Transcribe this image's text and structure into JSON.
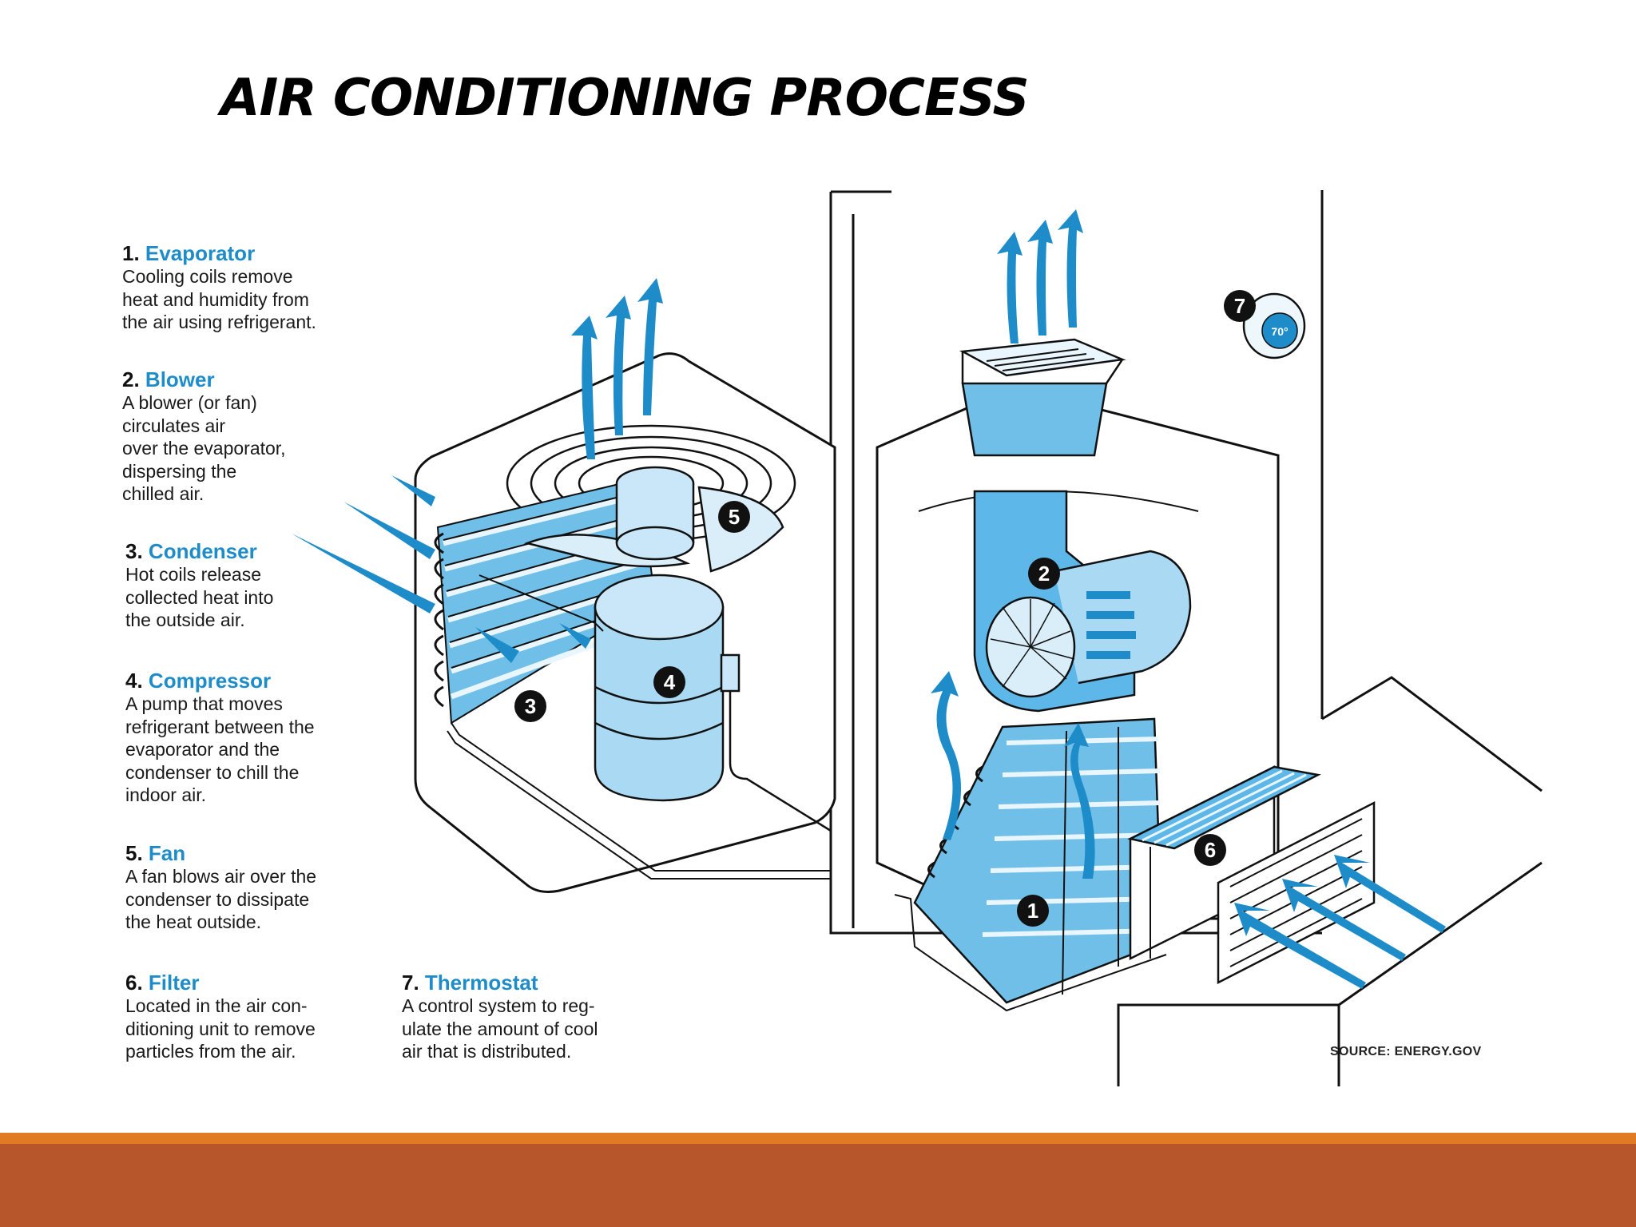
{
  "title": "AIR CONDITIONING PROCESS",
  "components": [
    {
      "number": "1.",
      "name": "Evaporator",
      "lines": [
        "Cooling coils remove",
        "heat and humidity from",
        "the air using refrigerant."
      ]
    },
    {
      "number": "2.",
      "name": "Blower",
      "lines": [
        "A blower (or fan)",
        "circulates air",
        "over the evaporator,",
        "dispersing the",
        "chilled air."
      ]
    },
    {
      "number": "3.",
      "name": "Condenser",
      "lines": [
        "Hot coils release",
        "collected heat into",
        "the outside air."
      ]
    },
    {
      "number": "4.",
      "name": "Compressor",
      "lines": [
        "A pump that moves",
        "refrigerant between the",
        "evaporator and the",
        "condenser to chill the",
        "indoor air."
      ]
    },
    {
      "number": "5.",
      "name": "Fan",
      "lines": [
        "A fan blows air over the",
        "condenser to dissipate",
        "the heat outside."
      ]
    },
    {
      "number": "6.",
      "name": "Filter",
      "lines": [
        "Located in the air con-",
        "ditioning unit to remove",
        "particles from the air."
      ]
    },
    {
      "number": "7.",
      "name": "Thermostat",
      "lines": [
        "A control system to reg-",
        "ulate the amount of cool",
        "air that is distributed."
      ]
    }
  ],
  "callouts": [
    "1",
    "2",
    "3",
    "4",
    "5",
    "6",
    "7"
  ],
  "thermostat_display": "70°",
  "source": "SOURCE: ENERGY.GOV",
  "colors": {
    "accent": "#1e8cc9",
    "component_fill": "#a9d9f3",
    "component_dark": "#5db7e8",
    "footer_orange": "#e07b24",
    "footer_rust": "#b8562b"
  },
  "icons": [
    "airflow-arrow-icon",
    "thermostat-icon",
    "vent-grille-icon"
  ]
}
